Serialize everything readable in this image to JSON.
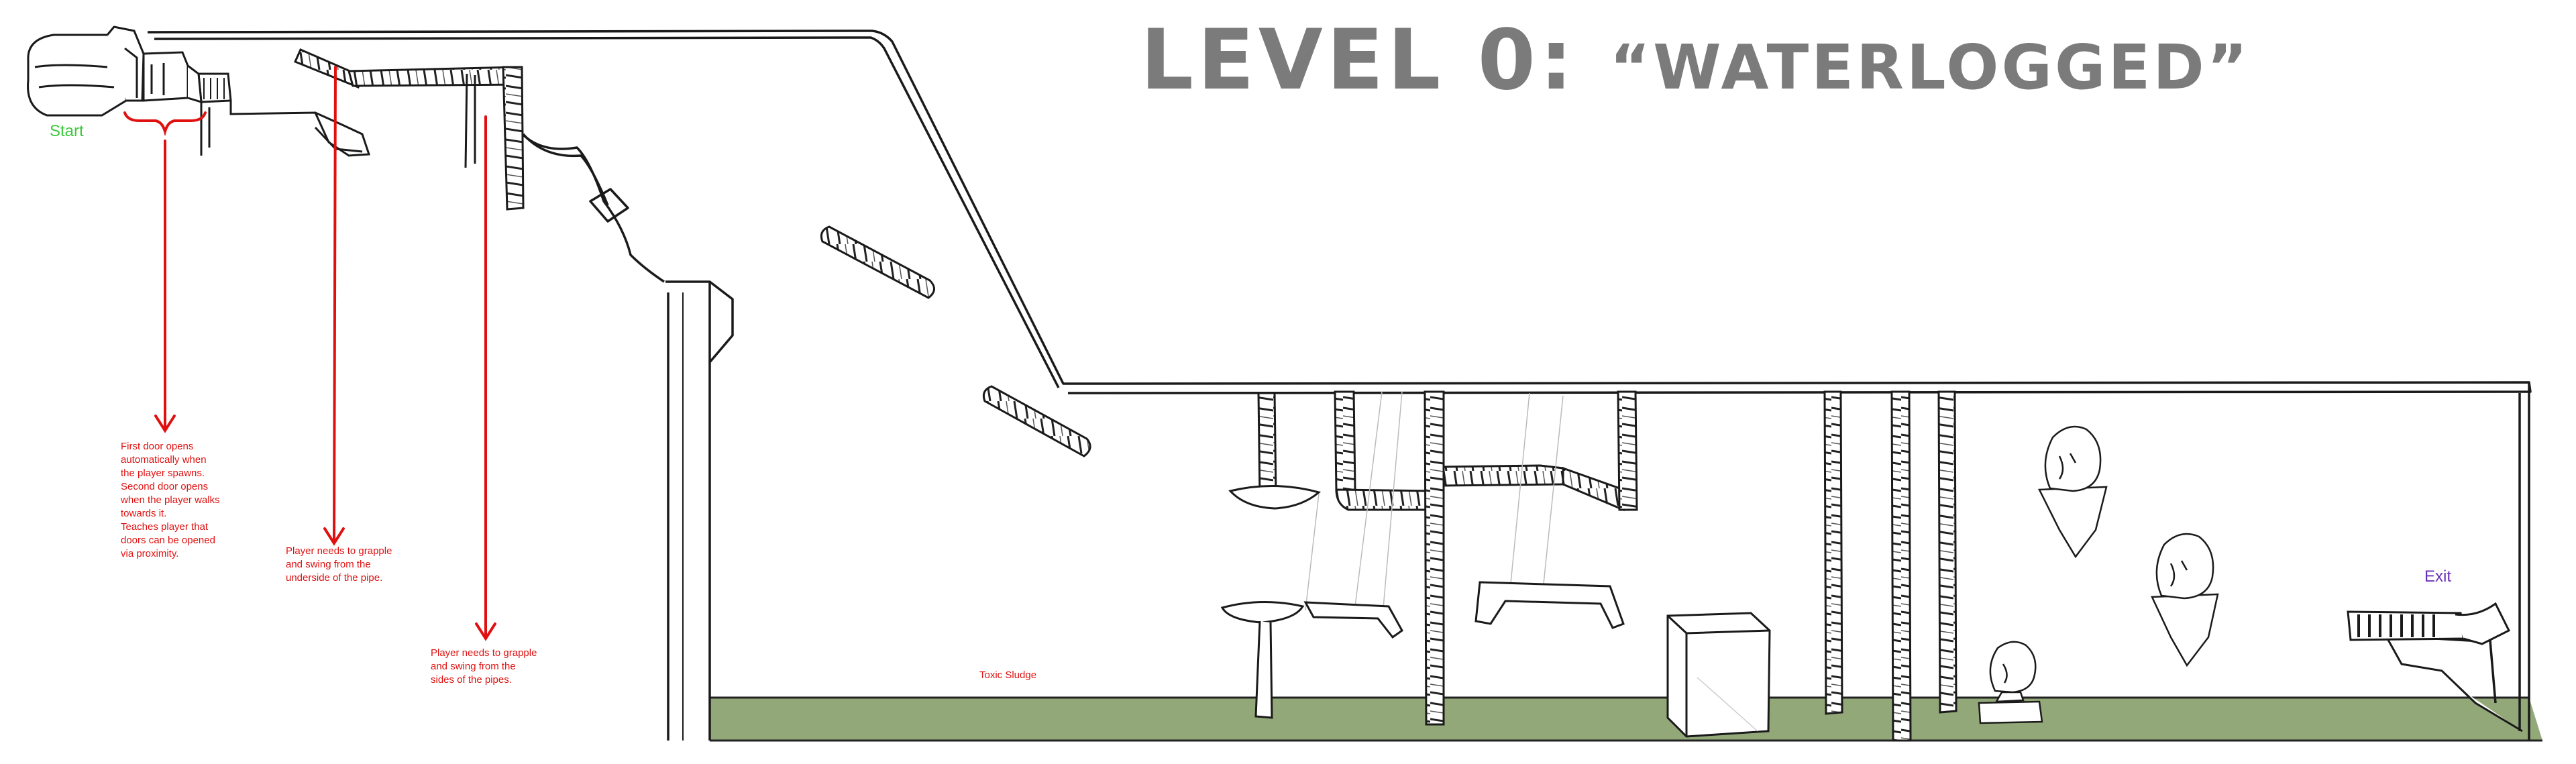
{
  "title": {
    "level": "LEVEL 0:",
    "name": "“WATERLOGGED”"
  },
  "labels": {
    "start": "Start",
    "exit": "Exit",
    "toxic_sludge": "Toxic Sludge"
  },
  "notes": [
    "First door opens\nautomatically when\nthe player spawns.\nSecond door opens\nwhen the player walks\ntowards it.\nTeaches player that\ndoors can be opened\nvia proximity.",
    "Player needs to grapple\nand swing from the\nunderside of the pipe.",
    "Player needs to grapple\nand swing from the\nsides of the pipes."
  ],
  "colors": {
    "annotation_red": "#e01010",
    "start_green": "#3cc83c",
    "exit_purple": "#6a30b8",
    "sludge_green": "#93a878",
    "title_gray": "#7b7b7b",
    "ink": "#1a1a1a"
  }
}
